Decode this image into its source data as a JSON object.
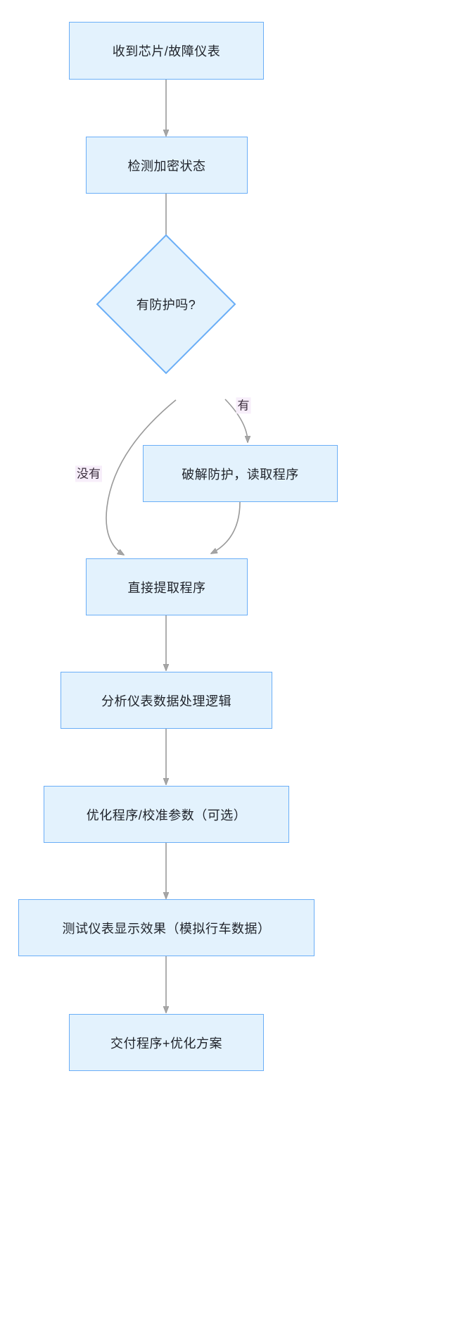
{
  "diagram": {
    "type": "flowchart",
    "direction": "top-down",
    "theme": {
      "node_fill": "#e3f2fd",
      "node_stroke": "#6aaef7",
      "edge_stroke": "#999999",
      "text_color": "#20242b",
      "edge_label_bg": "#f7eefa",
      "background": "#ffffff"
    },
    "nodes": [
      {
        "id": "n1",
        "shape": "rect",
        "label": "收到芯片/故障仪表"
      },
      {
        "id": "n2",
        "shape": "rect",
        "label": "检测加密状态"
      },
      {
        "id": "n3",
        "shape": "diamond",
        "label": "有防护吗?"
      },
      {
        "id": "n4",
        "shape": "rect",
        "label": "破解防护，读取程序"
      },
      {
        "id": "n5",
        "shape": "rect",
        "label": "直接提取程序"
      },
      {
        "id": "n6",
        "shape": "rect",
        "label": "分析仪表数据处理逻辑"
      },
      {
        "id": "n7",
        "shape": "rect",
        "label": "优化程序/校准参数（可选）"
      },
      {
        "id": "n8",
        "shape": "rect",
        "label": "测试仪表显示效果（模拟行车数据）"
      },
      {
        "id": "n9",
        "shape": "rect",
        "label": "交付程序+优化方案"
      }
    ],
    "edges": [
      {
        "from": "n1",
        "to": "n2",
        "label": ""
      },
      {
        "from": "n2",
        "to": "n3",
        "label": ""
      },
      {
        "from": "n3",
        "to": "n4",
        "label": "有"
      },
      {
        "from": "n3",
        "to": "n5",
        "label": "没有"
      },
      {
        "from": "n4",
        "to": "n5",
        "label": ""
      },
      {
        "from": "n5",
        "to": "n6",
        "label": ""
      },
      {
        "from": "n6",
        "to": "n7",
        "label": ""
      },
      {
        "from": "n7",
        "to": "n8",
        "label": ""
      },
      {
        "from": "n8",
        "to": "n9",
        "label": ""
      }
    ],
    "edge_labels": {
      "yes": "有",
      "no": "没有"
    }
  }
}
